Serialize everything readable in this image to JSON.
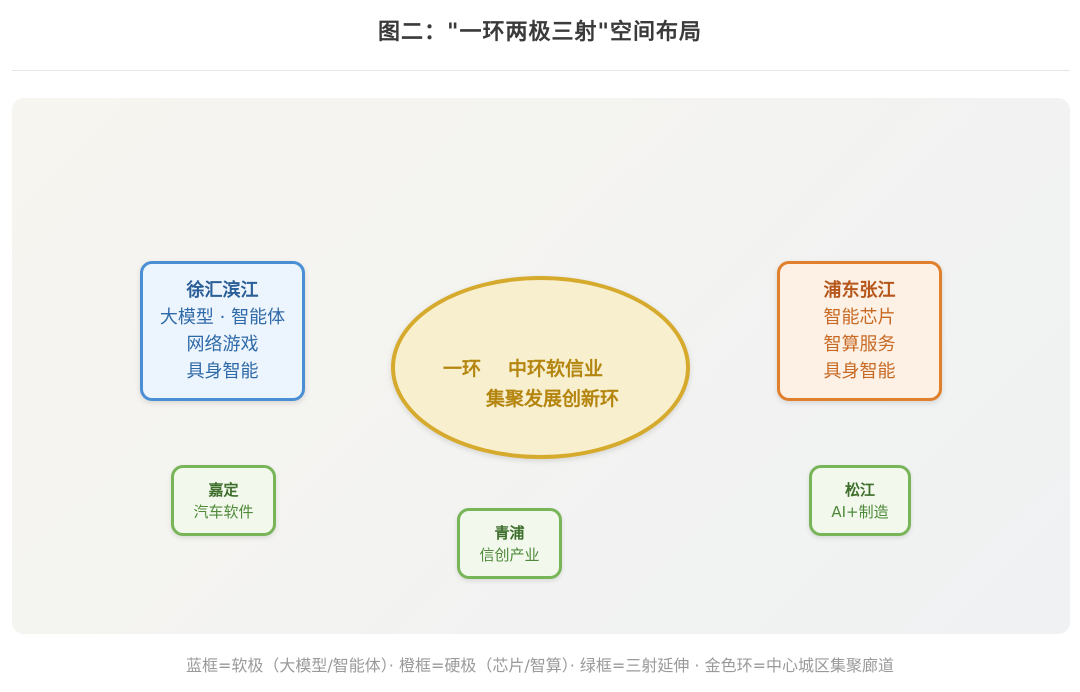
{
  "title": "图二：\"一环两极三射\"空间布局",
  "poles": {
    "xuhui": {
      "name": "徐汇滨江",
      "items": [
        "大模型 · 智能体",
        "网络游戏",
        "具身智能"
      ],
      "color": "#4a8fd4"
    },
    "pudong": {
      "name": "浦东张江",
      "items": [
        "智能芯片",
        "智算服务",
        "具身智能"
      ],
      "color": "#e07f2c"
    }
  },
  "ring": {
    "label": "一环",
    "line1": "中环软信业",
    "line2": "集聚发展创新环",
    "color": "#d6aa2c"
  },
  "extensions": {
    "jiading": {
      "name": "嘉定",
      "desc": "汽车软件"
    },
    "qingpu": {
      "name": "青浦",
      "desc": "信创产业"
    },
    "songjiang": {
      "name": "松江",
      "desc": "AI+制造"
    },
    "color": "#78b558"
  },
  "legend": "蓝框=软极（大模型/智能体）· 橙框=硬极（芯片/智算）· 绿框=三射延伸 · 金色环=中心城区集聚廊道"
}
